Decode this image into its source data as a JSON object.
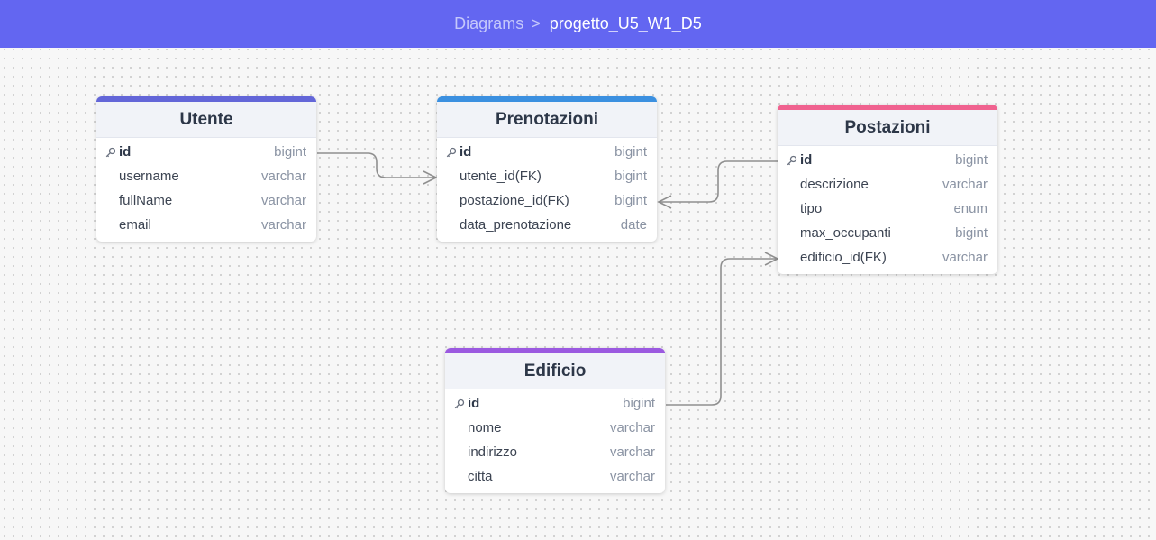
{
  "header": {
    "breadcrumb_root": "Diagrams",
    "breadcrumb_separator": ">",
    "title": "progetto_U5_W1_D5"
  },
  "colors": {
    "header_bg": "#6366f1",
    "utente_accent": "#6366d8",
    "prenotazioni_accent": "#3b90e0",
    "postazioni_accent": "#f0628f",
    "edificio_accent": "#9b59e0"
  },
  "tables": {
    "utente": {
      "name": "Utente",
      "fields": [
        {
          "name": "id",
          "type": "bigint"
        },
        {
          "name": "username",
          "type": "varchar"
        },
        {
          "name": "fullName",
          "type": "varchar"
        },
        {
          "name": "email",
          "type": "varchar"
        }
      ]
    },
    "prenotazioni": {
      "name": "Prenotazioni",
      "fields": [
        {
          "name": "id",
          "type": "bigint"
        },
        {
          "name": "utente_id(FK)",
          "type": "bigint"
        },
        {
          "name": "postazione_id(FK)",
          "type": "bigint"
        },
        {
          "name": "data_prenotazione",
          "type": "date"
        }
      ]
    },
    "postazioni": {
      "name": "Postazioni",
      "fields": [
        {
          "name": "id",
          "type": "bigint"
        },
        {
          "name": "descrizione",
          "type": "varchar"
        },
        {
          "name": "tipo",
          "type": "enum"
        },
        {
          "name": "max_occupanti",
          "type": "bigint"
        },
        {
          "name": "edificio_id(FK)",
          "type": "varchar"
        }
      ]
    },
    "edificio": {
      "name": "Edificio",
      "fields": [
        {
          "name": "id",
          "type": "bigint"
        },
        {
          "name": "nome",
          "type": "varchar"
        },
        {
          "name": "indirizzo",
          "type": "varchar"
        },
        {
          "name": "citta",
          "type": "varchar"
        }
      ]
    }
  },
  "relationships": [
    {
      "from": "Utente.id",
      "to": "Prenotazioni.utente_id(FK)",
      "cardinality": "one-to-many"
    },
    {
      "from": "Postazioni.id",
      "to": "Prenotazioni.postazione_id(FK)",
      "cardinality": "one-to-many"
    },
    {
      "from": "Edificio.id",
      "to": "Postazioni.edificio_id(FK)",
      "cardinality": "one-to-many"
    }
  ]
}
